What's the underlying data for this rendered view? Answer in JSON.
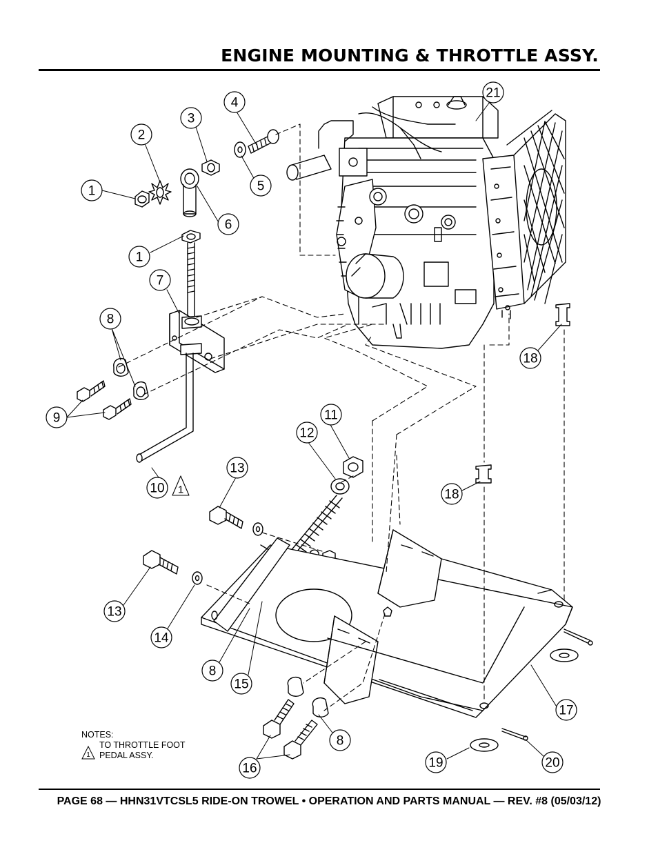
{
  "header": {
    "title": "ENGINE MOUNTING & THROTTLE ASSY."
  },
  "footer": {
    "text": "PAGE 68 — HHN31VTCSL5 RIDE-ON TROWEL • OPERATION AND PARTS MANUAL — REV. #8 (05/03/12)"
  },
  "callouts": [
    "1",
    "2",
    "3",
    "4",
    "5",
    "6",
    "1",
    "7",
    "8",
    "9",
    "10",
    "11",
    "12",
    "13",
    "13",
    "14",
    "8",
    "15",
    "16",
    "8",
    "17",
    "18",
    "18",
    "19",
    "20",
    "21"
  ],
  "notes": {
    "heading": "NOTES:",
    "symbol_label": "1",
    "note_1_line1": "TO THROTTLE FOOT",
    "note_1_line2": "PEDAL ASSY."
  }
}
